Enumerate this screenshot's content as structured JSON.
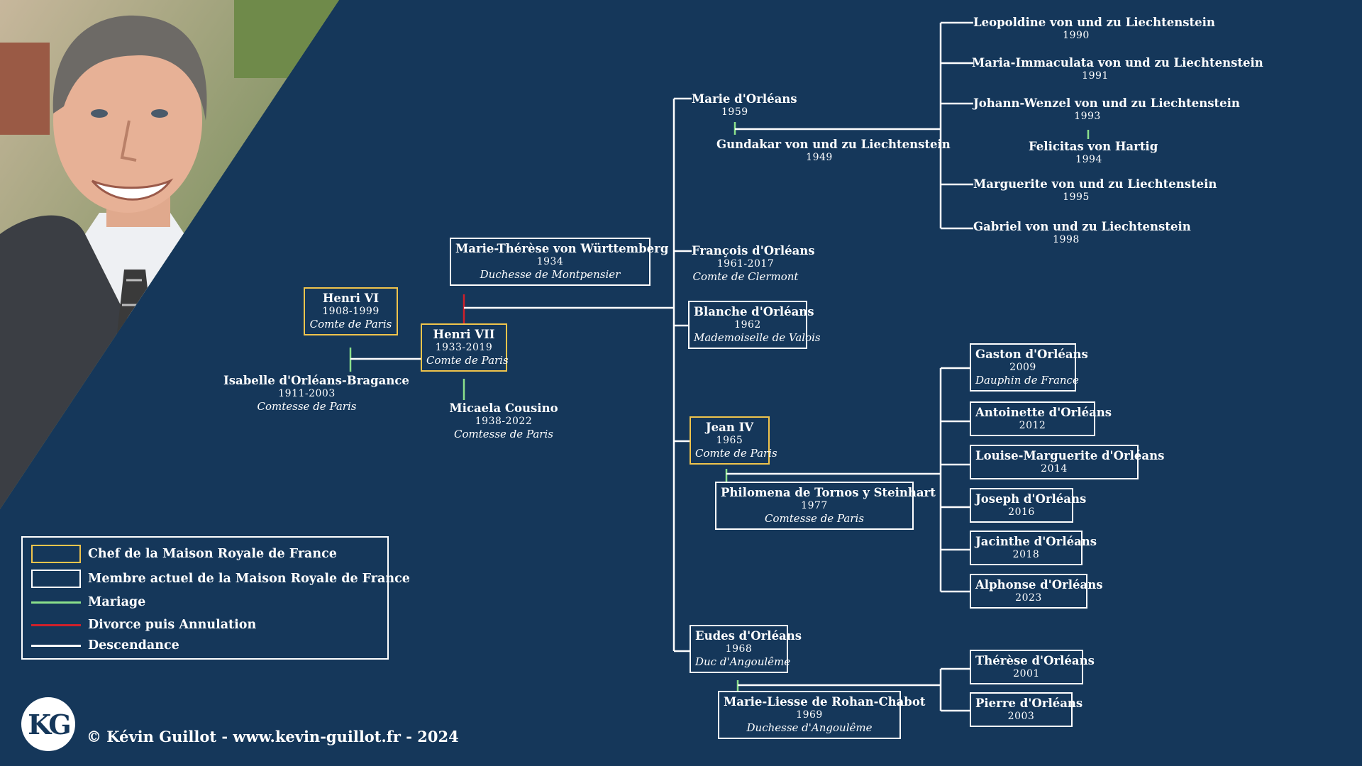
{
  "colors": {
    "background": "#15375a",
    "chef_border": "#f0c44c",
    "member_border": "#ffffff",
    "mariage": "#8be08b",
    "divorce": "#d0202a",
    "descendance": "#ffffff"
  },
  "people": {
    "henri6": {
      "name": "Henri VI",
      "years": "1908-1999",
      "title": "Comte de Paris"
    },
    "isabelle": {
      "name": "Isabelle d'Orléans-Bragance",
      "years": "1911-2003",
      "title": "Comtesse de Paris"
    },
    "henri7": {
      "name": "Henri VII",
      "years": "1933-2019",
      "title": "Comte de Paris"
    },
    "mariatherese": {
      "name": "Marie-Thérèse von Württemberg",
      "years": "1934",
      "title": "Duchesse de Montpensier"
    },
    "micaela": {
      "name": "Micaela Cousino",
      "years": "1938-2022",
      "title": "Comtesse de Paris"
    },
    "marie": {
      "name": "Marie d'Orléans",
      "years": "1959"
    },
    "gundakar": {
      "name": "Gundakar von und zu Liechtenstein",
      "years": "1949"
    },
    "francois": {
      "name": "François d'Orléans",
      "years": "1961-2017",
      "title": "Comte de Clermont"
    },
    "blanche": {
      "name": "Blanche d'Orléans",
      "years": "1962",
      "title": "Mademoiselle de Valois"
    },
    "jean4": {
      "name": "Jean IV",
      "years": "1965",
      "title": "Comte de Paris"
    },
    "philomena": {
      "name": "Philomena de Tornos y Steinhart",
      "years": "1977",
      "title": "Comtesse de Paris"
    },
    "eudes": {
      "name": "Eudes d'Orléans",
      "years": "1968",
      "title": "Duc d'Angoulême"
    },
    "marieliesse": {
      "name": "Marie-Liesse de Rohan-Chabot",
      "years": "1969",
      "title": "Duchesse d'Angoulême"
    },
    "leopoldine": {
      "name": "Leopoldine von und zu Liechtenstein",
      "years": "1990"
    },
    "mariaimmaculata": {
      "name": "Maria-Immaculata von und zu Liechtenstein",
      "years": "1991"
    },
    "johann": {
      "name": "Johann-Wenzel von und zu Liechtenstein",
      "years": "1993"
    },
    "felicitas": {
      "name": "Felicitas von Hartig",
      "years": "1994"
    },
    "marguerite": {
      "name": "Marguerite von und zu Liechtenstein",
      "years": "1995"
    },
    "gabriel": {
      "name": "Gabriel von und zu Liechtenstein",
      "years": "1998"
    },
    "gaston": {
      "name": "Gaston d'Orléans",
      "years": "2009",
      "title": "Dauphin de France"
    },
    "antoinette": {
      "name": "Antoinette d'Orléans",
      "years": "2012"
    },
    "louise": {
      "name": "Louise-Marguerite d'Orléans",
      "years": "2014"
    },
    "joseph": {
      "name": "Joseph d'Orléans",
      "years": "2016"
    },
    "jacinthe": {
      "name": "Jacinthe d'Orléans",
      "years": "2018"
    },
    "alphonse": {
      "name": "Alphonse d'Orléans",
      "years": "2023"
    },
    "therese": {
      "name": "Thérèse d'Orléans",
      "years": "2001"
    },
    "pierre": {
      "name": "Pierre d'Orléans",
      "years": "2003"
    }
  },
  "legend": {
    "chef": "Chef  de la Maison Royale de France",
    "membre": "Membre actuel de la Maison Royale de France",
    "mariage": "Mariage",
    "divorce": "Divorce puis Annulation",
    "descendance": "Descendance"
  },
  "footer": {
    "logo_text": "KG",
    "credit": "© Kévin Guillot - www.kevin-guillot.fr - 2024"
  }
}
